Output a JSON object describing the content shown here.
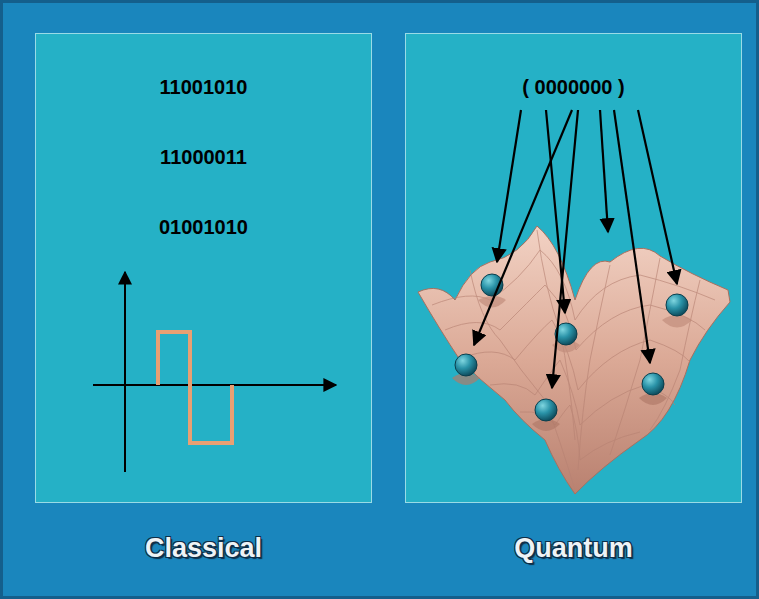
{
  "diagram": {
    "nodes": [
      {
        "text": [
          "11001010",
          "11000011",
          "01001010",
          "Classical"
        ]
      },
      {
        "text": [
          "( 0000000 )",
          "Quantum"
        ]
      }
    ]
  }
}
